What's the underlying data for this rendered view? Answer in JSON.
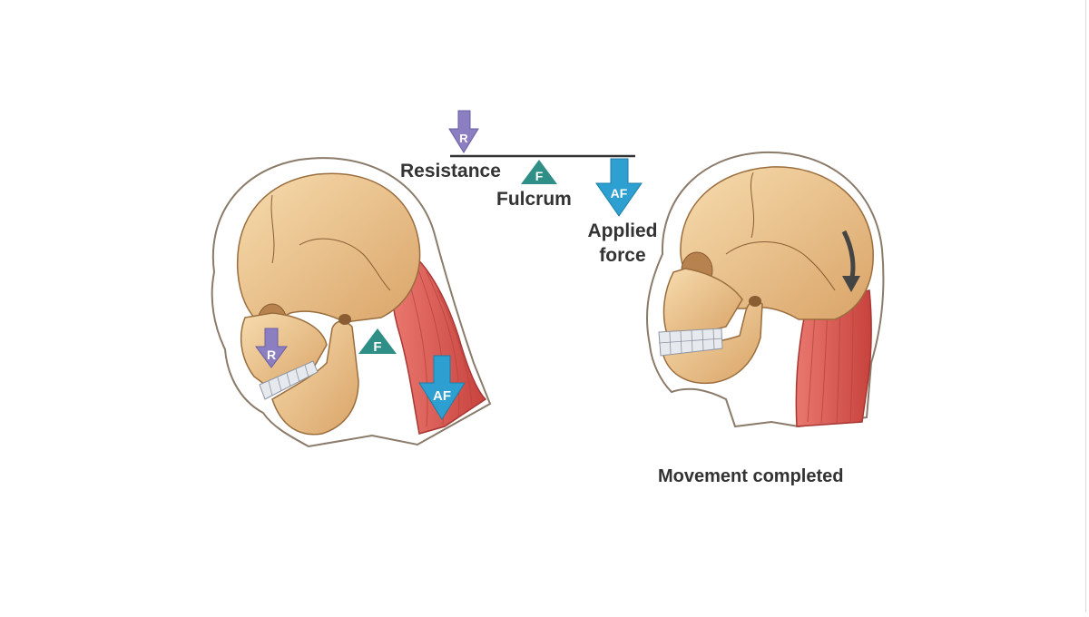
{
  "labels": {
    "resistance": "Resistance",
    "fulcrum": "Fulcrum",
    "applied_force_line1": "Applied",
    "applied_force_line2": "force",
    "movement_completed": "Movement completed"
  },
  "symbols": {
    "resistance": "R",
    "fulcrum": "F",
    "applied_force": "AF"
  },
  "colors": {
    "resistance": "#8b7fc2",
    "fulcrum": "#2f8f86",
    "applied_force": "#2d9fd0",
    "bone": "#f1cf9c",
    "bone_shade": "#dca66a",
    "muscle": "#d9534f",
    "outline": "#555555",
    "text": "#333333"
  }
}
